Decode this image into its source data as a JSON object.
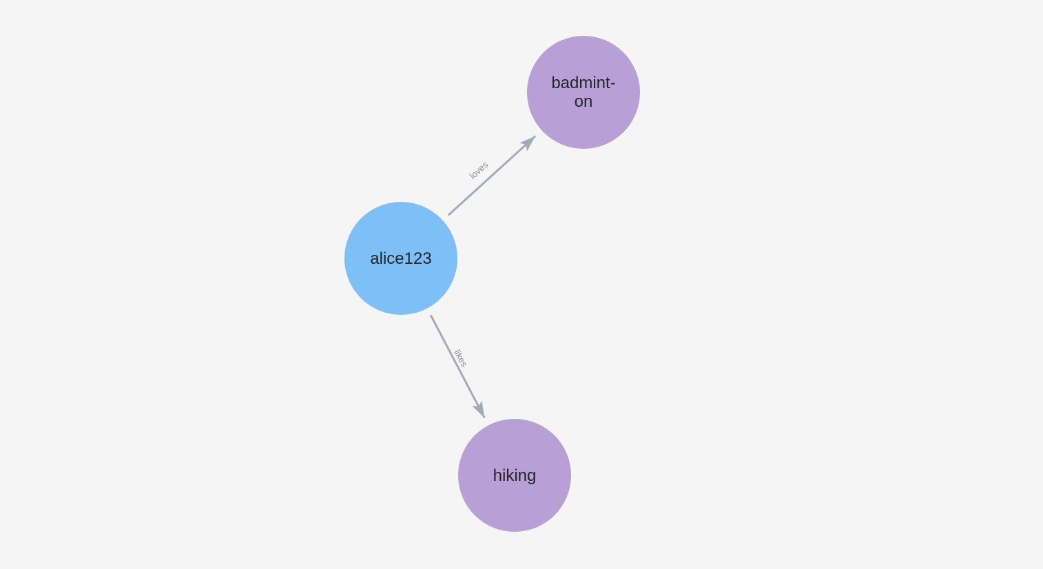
{
  "canvas": {
    "background_color": "#F4F5F4"
  },
  "graph": {
    "nodes": [
      {
        "id": "alice123",
        "display_label": "alice123",
        "color": "#7CC0F7",
        "text_color": "#232527"
      },
      {
        "id": "badminton",
        "display_label": "badmint-\non",
        "color": "#B8A0D7",
        "text_color": "#232527"
      },
      {
        "id": "hiking",
        "display_label": "hiking",
        "color": "#B8A0D7",
        "text_color": "#232527"
      }
    ],
    "edges": [
      {
        "label": "loves",
        "source": "alice123",
        "target": "badminton",
        "color": "#A5ABB6",
        "label_color": "#8C8C8C"
      },
      {
        "label": "likes",
        "source": "alice123",
        "target": "hiking",
        "color": "#A5ABB6",
        "label_color": "#8C8C8C"
      }
    ]
  }
}
